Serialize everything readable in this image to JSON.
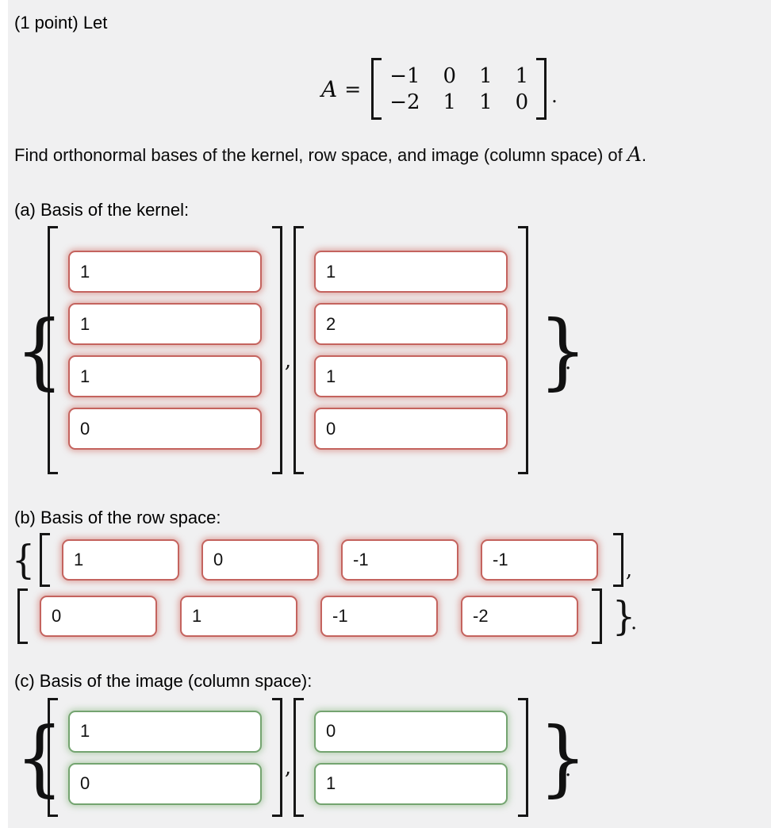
{
  "intro": "(1 point) Let",
  "equation": {
    "lhs": "A",
    "equals": "=",
    "matrix_rows": [
      [
        "−1",
        "0",
        "1",
        "1"
      ],
      [
        "−2",
        "1",
        "1",
        "0"
      ]
    ],
    "period": "."
  },
  "prompt": {
    "text": "Find orthonormal bases of the kernel, row space, and image (column space) of",
    "var": "A",
    "period": "."
  },
  "symbols": {
    "open_brace": "{",
    "close_brace": "}",
    "comma": ",",
    "period": "."
  },
  "sections": {
    "kernel": {
      "label": "(a) Basis of the kernel:",
      "vectors": [
        [
          "1",
          "1",
          "1",
          "0"
        ],
        [
          "1",
          "2",
          "1",
          "0"
        ]
      ]
    },
    "rowspace": {
      "label": "(b) Basis of the row space:",
      "rows": [
        [
          "1",
          "0",
          "-1",
          "-1"
        ],
        [
          "0",
          "1",
          "-1",
          "-2"
        ]
      ]
    },
    "image": {
      "label": "(c) Basis of the image (column space):",
      "vectors": [
        [
          "1",
          "0"
        ],
        [
          "0",
          "1"
        ]
      ]
    }
  },
  "colors": {
    "background": "#f0f0f1",
    "incorrect_border": "#c4635e",
    "correct_border": "#74a470"
  }
}
